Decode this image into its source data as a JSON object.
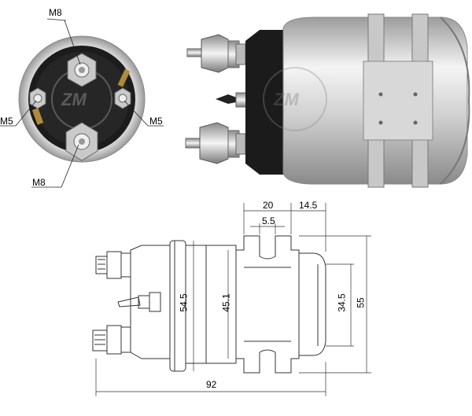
{
  "callouts": {
    "top_terminal": "M8",
    "left_terminal": "M5",
    "right_terminal": "M5",
    "bottom_terminal": "M8"
  },
  "dimensions": {
    "flange_width": "20",
    "slot_width": "5.5",
    "end_length": "14.5",
    "overall_length": "92",
    "body_diameter": "54.5",
    "inner_diameter": "45.1",
    "end_diameter": "34.5",
    "mount_height": "55"
  },
  "colors": {
    "line": "#333333",
    "dark": "#1a1a1a",
    "metal": "#c8c8c8",
    "brass": "#b08a3c"
  }
}
